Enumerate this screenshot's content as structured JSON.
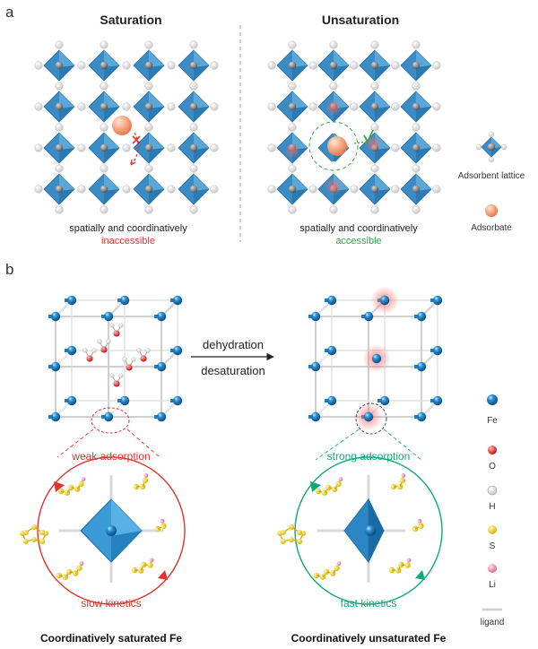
{
  "panel_a": {
    "label": "a",
    "left_title": "Saturation",
    "right_title": "Unsaturation",
    "left_caption_line1": "spatially and coordinatively",
    "left_caption_line2": "inaccessible",
    "right_caption_line1": "spatially and coordinatively",
    "right_caption_line2": "accessible",
    "legend": {
      "lattice_label": "Adsorbent lattice",
      "adsorbate_label": "Adsorbate"
    }
  },
  "panel_b": {
    "label": "b",
    "arrow_top_label": "dehydration",
    "arrow_bottom_label": "desaturation",
    "left_ring_top": "weak adsorption",
    "left_ring_bottom": "slow kinetics",
    "right_ring_top": "strong adsorption",
    "right_ring_bottom": "fast kinetics",
    "left_caption": "Coordinatively saturated Fe",
    "right_caption": "Coordinatively unsaturated Fe",
    "legend": {
      "fe": "Fe",
      "o": "O",
      "h": "H",
      "s": "S",
      "li": "Li",
      "ligand": "ligand"
    }
  },
  "colors": {
    "octahedron": "#3a8cc4",
    "fe_blue": "#1f7ab8",
    "oxygen_red": "#e8282a",
    "red_text": "#e0322e",
    "green_text": "#3aa34a",
    "teal": "#12a87e",
    "sulfur": "#f2d21a",
    "lithium": "#ef8fb6",
    "adsorbate": "#f3a07a"
  }
}
